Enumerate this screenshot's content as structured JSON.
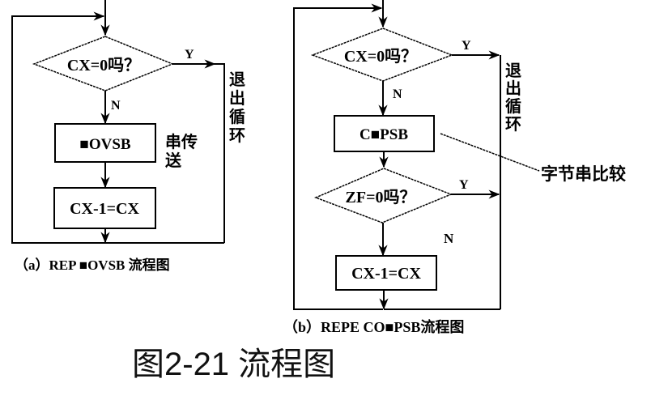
{
  "figure": {
    "title": "图2-21 流程图",
    "colors": {
      "line": "#000000",
      "background": "#ffffff"
    }
  },
  "flow_a": {
    "caption": "（a）REP ■OVSB 流程图",
    "decision": "CX=0吗？",
    "yes_label": "Y",
    "no_label": "N",
    "process_1": "■OVSB",
    "process_1_note": "串传送",
    "process_1_note_line1": "串传",
    "process_1_note_line2": "送",
    "process_2": "CX-1=CX",
    "exit_label": "退出循环",
    "exit_chars": [
      "退",
      "出",
      "循",
      "环"
    ]
  },
  "flow_b": {
    "caption": "（b）REPE CO■PSB流程图",
    "decision_1": "CX=0吗？",
    "decision_1_yes": "Y",
    "decision_1_no": "N",
    "process_1": "C■PSB",
    "process_1_note": "字节串比较",
    "decision_2": "ZF=0吗？",
    "decision_2_yes": "Y",
    "decision_2_no": "N",
    "process_2": "CX-1=CX",
    "exit_label": "退出循环",
    "exit_chars": [
      "退",
      "出",
      "循",
      "环"
    ]
  }
}
